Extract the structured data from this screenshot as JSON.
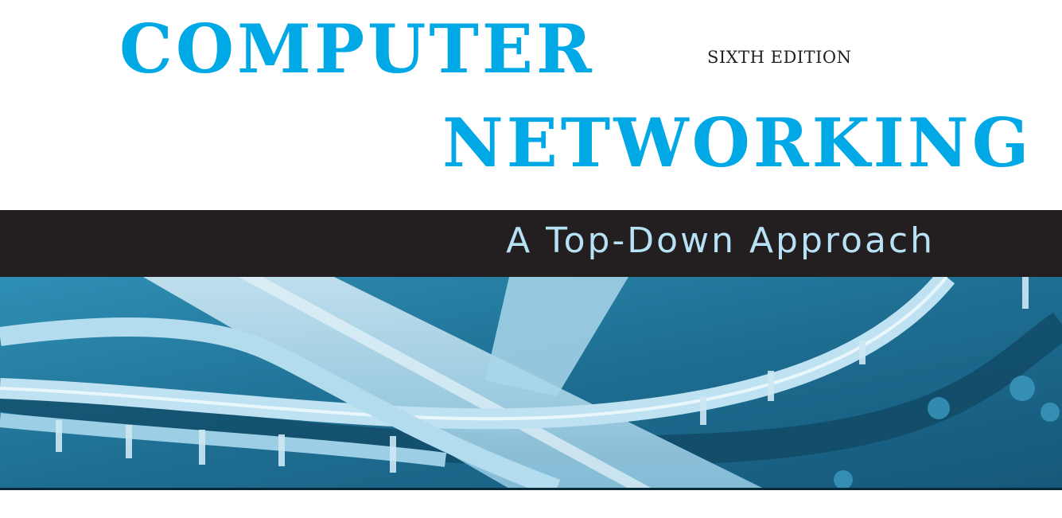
{
  "cover": {
    "title_line1": "COMPUTER",
    "title_line2": "NETWORKING",
    "edition": "SIXTH EDITION",
    "subtitle": "A Top-Down Approach",
    "photo_subject": "aerial-highway-interchange-photo"
  },
  "colors": {
    "title": "#00a8e6",
    "edition": "#231f20",
    "band": "#231f20",
    "subtitle": "#b7e2f6",
    "photo_tint": "#1d6d8f"
  }
}
